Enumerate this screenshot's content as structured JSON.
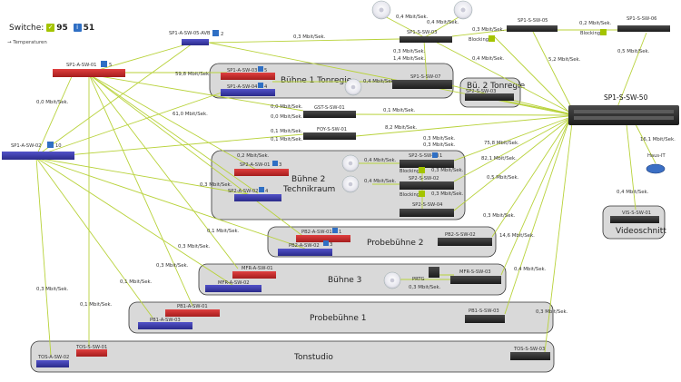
{
  "header": {
    "title": "Switche:",
    "ok_count": "95",
    "info_count": "51",
    "temperature_link": "→ Temperaturen"
  },
  "rooms": {
    "buehne1": "Bühne 1 Tonregie",
    "bue2": "Bü. 2 Tonregie",
    "buehne2_line1": "Bühne 2",
    "buehne2_line2": "Technikraum",
    "probe2": "Probebühne 2",
    "buehne3": "Bühne 3",
    "probe1": "Probebühne 1",
    "tonstudio": "Tonstudio",
    "videoschnitt": "Videoschnitt"
  },
  "devices": {
    "sp1_s_sw_50": "SP1-S-SW-50",
    "sp1_s_sw_03": "SP1-S-SW-03",
    "sp1_s_sw_05": "SP1-S-SW-05",
    "sp1_s_sw_06": "SP1-S-SW-06",
    "sp1_a_sw_05_avb": "SP1-A-SW-05-AVB",
    "sp1_a_sw_01": "SP1-A-SW-01",
    "sp1_a_sw_02": "SP1-A-SW-02",
    "sp1_a_sw_03": "SP1-A-SW-03",
    "sp1_a_sw_04": "SP1-A-SW-04",
    "sp1_s_sw_07": "SP1-S-SW-07",
    "sp2_s_sw_03_top": "SP2-S-SW-03",
    "gst_s_sw_01": "GST-S-SW-01",
    "fov_s_sw_01": "FOY-S-SW-01",
    "sp2_a_sw_01": "SP2-A-SW-01",
    "sp2_a_sw_02": "SP2-A-SW-02",
    "sp2_s_sw_03": "SP2-S-SW-03",
    "sp2_s_sw_02": "SP2-S-SW-02",
    "sp2_s_sw_04": "SP2-S-SW-04",
    "pb2_a_sw_01": "PB2-A-SW-01",
    "pb2_a_sw_02": "PB2-A-SW-02",
    "pb2_s_sw_02": "PB2-S-SW-02",
    "mfr_a_sw_01": "MFR-A-SW-01",
    "mfr_a_sw_02": "MFR-A-SW-02",
    "mfr_s_sw_03": "MFR-S-SW-03",
    "prtg": "PRTG",
    "pb1_a_sw_01": "PB1-A-SW-01",
    "pb1_a_sw_03": "PB1-A-SW-03",
    "pb1_s_sw_03": "PB1-S-SW-03",
    "tos_s_sw_01": "TOS-S-SW-01",
    "tos_a_sw_02": "TOS-A-SW-02",
    "tos_s_sw_03": "TOS-S-SW-03",
    "vis_s_sw_01": "VIS-S-SW-01",
    "haus_it": "Haus-IT",
    "blocking1": "Blocking",
    "blocking2": "Blocking",
    "blocking3": "Blocking",
    "blocking4": "Blocking"
  },
  "badges": {
    "sp1_a_sw_05_avb": "2",
    "sp1_a_sw_01": "5",
    "sp1_a_sw_02": "10",
    "sp1_a_sw_03": "5",
    "sp1_a_sw_04": "4",
    "sp2_a_sw_01": "3",
    "sp2_a_sw_02": "4",
    "sp2_s_sw_03": "1",
    "pb2_a_sw_01": "1",
    "pb2_a_sw_02": "3"
  },
  "links": {
    "l01": "0,4 Mbit/Sek.",
    "l02": "0,4 Mbit/Sek.",
    "l03": "0,3 Mbit/Sek.",
    "l04": "0,2 Mbit/Sek.",
    "l05": "0,3 Mbit/Sek.",
    "l06": "0,3 Mbit/Sek.",
    "l07": "1,4 Mbit/Sek.",
    "l08": "0,4 Mbit/Sek.",
    "l09": "5,2 Mbit/Sek.",
    "l10": "0,5 Mbit/Sek.",
    "l11": "59,8 Mbit/Sek.",
    "l12": "0,4 Mbit/Sek.",
    "l13": "0,0 Mbit/Sek.",
    "l14": "0,0 Mbit/Sek.",
    "l15": "0,0 Mbit/Sek.",
    "l16": "61,0 Mbit/Sek.",
    "l17": "0,1 Mbit/Sek.",
    "l18": "0,1 Mbit/Sek.",
    "l19": "0,1 Mbit/Sek.",
    "l20": "8,2 Mbit/Sek.",
    "l21": "0,3 Mbit/Sek.",
    "l22": "0,3 Mbit/Sek.",
    "l23": "75,8 Mbit/Sek.",
    "l24": "82,1 Mbit/Sek.",
    "l25": "0,5 Mbit/Sek.",
    "l26": "16,1 Mbit/Sek.",
    "l27": "0,2 Mbit/Sek.",
    "l28": "0,3 Mbit/Sek.",
    "l29": "0,4 Mbit/Sek.",
    "l30": "0,3 Mbit/Sek.",
    "l31": "0,4 Mbit/Sek.",
    "l32": "0,3 Mbit/Sek.",
    "l33": "0,3 Mbit/Sek.",
    "l34": "0,4 Mbit/Sek.",
    "l35": "0,1 Mbit/Sek.",
    "l36": "14,6 Mbit/Sek.",
    "l37": "0,3 Mbit/Sek.",
    "l38": "0,4 Mbit/Sek.",
    "l39": "0,3 Mbit/Sek.",
    "l40": "0,1 Mbit/Sek.",
    "l41": "0,3 Mbit/Sek.",
    "l42": "0,3 Mbit/Sek.",
    "l43": "0,1 Mbit/Sek.",
    "l44": "0,3 Mbit/Sek."
  },
  "colors": {
    "link": "#b8d23a",
    "red_switch": "#cc2b2b",
    "blue_switch": "#3b3ba8",
    "dark_switch": "#2b2b2b",
    "room_fill": "#d9d9d9",
    "badge_ok": "#a4c400",
    "badge_info": "#2f6fc4"
  }
}
